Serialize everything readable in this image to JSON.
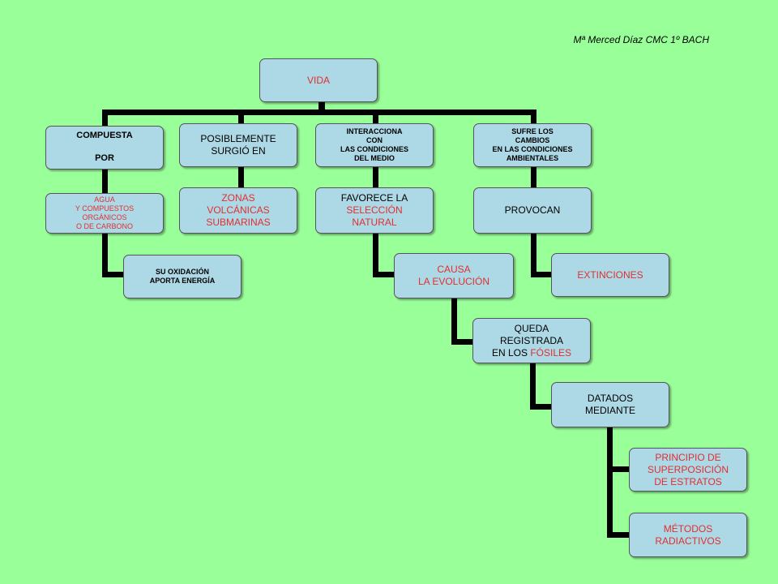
{
  "author": "Mª Merced Díaz CMC 1º BACH",
  "colors": {
    "background": "#99ff99",
    "node_fill": "#add8e6",
    "highlight_text": "#e03030",
    "connector": "#000000"
  },
  "nodes": {
    "root": "VIDA",
    "compuesta": "COMPUESTA\n\nPOR",
    "agua": "AGUA\nY COMPUESTOS\nORGÁNICOS\nO DE CARBONO",
    "oxidacion": "SU OXIDACIÓN\nAPORTA ENERGÍA",
    "surgio": "POSIBLEMENTE\nSURGIÓ EN",
    "zonas": "ZONAS\nVOLCÁNICAS\nSUBMARINAS",
    "interacciona": "INTERACCIONA\nCON\nLAS CONDICIONES\nDEL MEDIO",
    "favorece_a": "FAVORECE LA",
    "favorece_b": "SELECCIÓN\nNATURAL",
    "causa": "CAUSA\nLA EVOLUCIÓN",
    "queda_a": "QUEDA\nREGISTRADA\nEN LOS ",
    "queda_b": "FÓSILES",
    "datados": "DATADOS\nMEDIANTE",
    "principio": "PRINCIPIO DE\nSUPERPOSICIÓN\nDE ESTRATOS",
    "metodos": "MÉTODOS\nRADIACTIVOS",
    "sufre": "SUFRE LOS\nCAMBIOS\nEN LAS CONDICIONES\nAMBIENTALES",
    "provocan": "PROVOCAN",
    "extinciones": "EXTINCIONES"
  }
}
